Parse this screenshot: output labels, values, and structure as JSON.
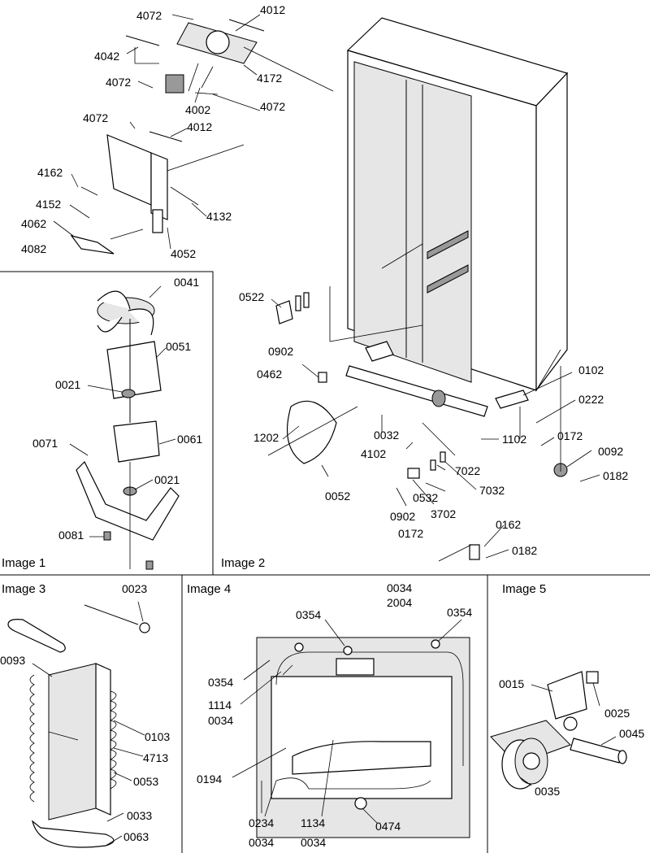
{
  "image_captions": [
    "Image 1",
    "Image 2",
    "Image 3",
    "Image 4",
    "Image 5"
  ],
  "labels": {
    "p4072a": "4072",
    "p4012a": "4012",
    "p4042": "4042",
    "p4172": "4172",
    "p4072b": "4072",
    "p4002": "4002",
    "p4072c": "4072",
    "p4072d": "4072",
    "p4012b": "4012",
    "p4162": "4162",
    "p4152": "4152",
    "p4132": "4132",
    "p4062": "4062",
    "p4082": "4082",
    "p4052": "4052",
    "p0041": "0041",
    "p0051": "0051",
    "p0021a": "0021",
    "p0061": "0061",
    "p0071": "0071",
    "p0021b": "0021",
    "p0081": "0081",
    "p0522": "0522",
    "p0902a": "0902",
    "p0462": "0462",
    "p0102": "0102",
    "p0222": "0222",
    "p1202": "1202",
    "p0032": "0032",
    "p1102": "1102",
    "p4102": "4102",
    "p0172a": "0172",
    "p0092": "0092",
    "p0182a": "0182",
    "p0052": "0052",
    "p7022": "7022",
    "p0532": "0532",
    "p7032": "7032",
    "p0902b": "0902",
    "p3702": "3702",
    "p0172b": "0172",
    "p0162": "0162",
    "p0182b": "0182",
    "p0023": "0023",
    "p0093": "0093",
    "p0103": "0103",
    "p4713": "4713",
    "p0053": "0053",
    "p0033": "0033",
    "p0063": "0063",
    "p0034a": "0034",
    "p2004": "2004",
    "p0354a": "0354",
    "p0354b": "0354",
    "p0354c": "0354",
    "p1114": "1114",
    "p0034b": "0034",
    "p0194": "0194",
    "p0234": "0234",
    "p0034c": "0034",
    "p1134": "1134",
    "p0034d": "0034",
    "p0474": "0474",
    "p0015": "0015",
    "p0025": "0025",
    "p0045": "0045",
    "p0035": "0035"
  }
}
